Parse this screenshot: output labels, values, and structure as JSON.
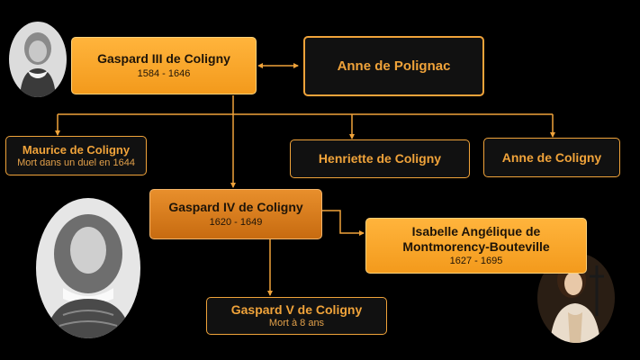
{
  "family_tree": {
    "gaspard_iii": {
      "name": "Gaspard III de Coligny",
      "dates": "1584 - 1646"
    },
    "anne_polignac": {
      "name": "Anne de Polignac"
    },
    "maurice": {
      "name": "Maurice de Coligny",
      "dates": "Mort dans un duel en 1644"
    },
    "henriette": {
      "name": "Henriette de Coligny"
    },
    "anne_coligny": {
      "name": "Anne de Coligny"
    },
    "gaspard_iv": {
      "name": "Gaspard IV de Coligny",
      "dates": "1620 - 1649"
    },
    "isabelle": {
      "name_line1": "Isabelle Angélique de",
      "name_line2": "Montmorency-Bouteville",
      "dates": "1627 - 1695"
    },
    "gaspard_v": {
      "name": "Gaspard V de Coligny",
      "dates": "Mort à 8 ans"
    }
  },
  "colors": {
    "background": "#000000",
    "accent": "#f0a33a",
    "box_fill": "#f39a1c"
  }
}
